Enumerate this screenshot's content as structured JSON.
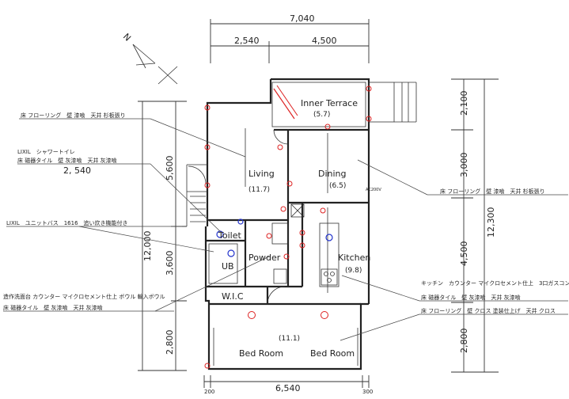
{
  "dimensions": {
    "top_total": "7,040",
    "top_left": "2,540",
    "top_right": "4,500",
    "left_upper": "5,600",
    "left_total": "12,000",
    "left_mid": "3,600",
    "left_lower": "2,800",
    "right_1": "2,100",
    "right_2": "3,000",
    "right_total": "12,300",
    "right_3": "4,500",
    "right_4": "2,800",
    "bottom_left": "200",
    "bottom_mid": "6,540",
    "bottom_right": "300",
    "width_note": "2, 540"
  },
  "rooms": {
    "inner_terrace": {
      "label": "Inner Terrace",
      "area": "(5.7)"
    },
    "living": {
      "label": "Living",
      "area": "(11.7)"
    },
    "dining": {
      "label": "Dining",
      "area": "(6.5)"
    },
    "kitchen": {
      "label": "Kitchen",
      "area": "(9.8)"
    },
    "toilet": {
      "label": "Toilet"
    },
    "powder": {
      "label": "Powder"
    },
    "ub": {
      "label": "UB"
    },
    "wic": {
      "label": "W.I.C"
    },
    "bedroom_area": "(11.1)",
    "bedroom_left": "Bed Room",
    "bedroom_right": "Bed Room"
  },
  "notes": {
    "living_finish": "床 フローリング　壁 漆喰　天井 杉板張り",
    "toilet_model": "LIXIL　シャワートイレ",
    "toilet_finish": "床 磁器タイル　壁 灰漆喰　天井 灰漆喰",
    "unitbath": "LIXIL　ユニットバス　1616　追い炊き機能付き",
    "vanity": "造作洗面台 カウンター マイクロセメント仕上 ボウル 輸入ボウル",
    "powder_finish": "床 磁器タイル　壁 灰漆喰　天井 灰漆喰",
    "dining_finish": "床 フローリング　壁 漆喰　天井 杉板張り",
    "kitchen_counter": "キッチン　カウンター マイクロセメント仕上　3口ガスコンロ",
    "kitchen_finish": "床 磁器タイル　壁 灰漆喰　天井 灰漆喰",
    "bedroom_finish": "床 フローリング　壁 クロス 塗装仕上げ　天井 クロス"
  },
  "symbols": {
    "north": "N",
    "ac_label": "AC200V"
  }
}
